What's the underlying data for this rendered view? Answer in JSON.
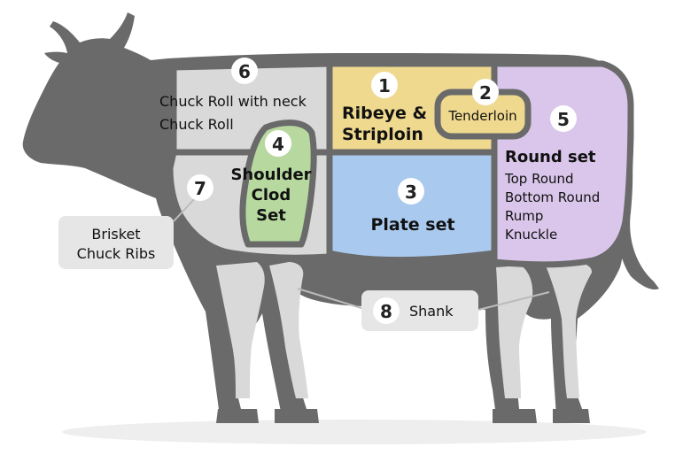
{
  "colors": {
    "body": "#6a6a6a",
    "outline": "#6a6a6a",
    "grey_cut": "#d9d9d9",
    "ribeye": "#efd98f",
    "plate": "#a9c9ee",
    "round": "#d9c6ea",
    "shoulder": "#b7d9a0",
    "circle": "#ffffff",
    "callout": "#e6e6e6"
  },
  "cuts": {
    "ribeye": {
      "number": "1",
      "line1": "Ribeye &",
      "line2": "Striploin"
    },
    "tenderloin": {
      "number": "2",
      "label": "Tenderloin"
    },
    "plate": {
      "number": "3",
      "label": "Plate set"
    },
    "shoulder": {
      "number": "4",
      "line1": "Shoulder",
      "line2": "Clod",
      "line3": "Set"
    },
    "round": {
      "number": "5",
      "title": "Round set",
      "items": [
        "Top Round",
        "Bottom Round",
        "Rump",
        "Knuckle"
      ]
    },
    "chuck": {
      "number": "6",
      "line1": "Chuck Roll with neck",
      "line2": "Chuck Roll"
    },
    "brisket": {
      "number": "7",
      "line1": "Brisket",
      "line2": "Chuck Ribs"
    },
    "shank": {
      "number": "8",
      "label": "Shank"
    }
  }
}
